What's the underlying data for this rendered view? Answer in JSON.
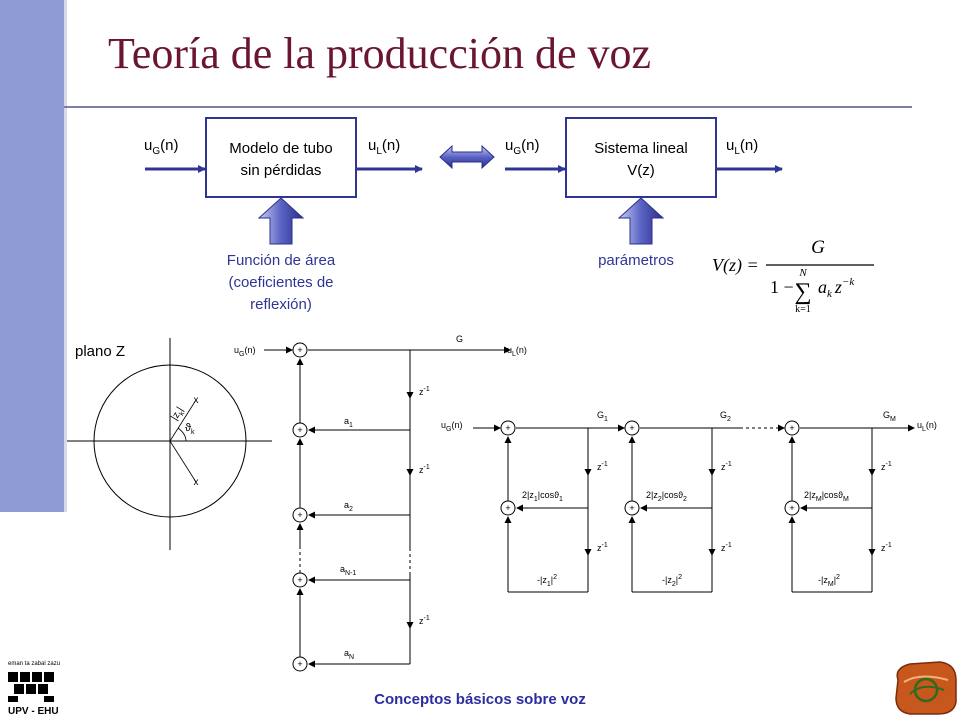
{
  "title": "Teoría de la producción de voz",
  "footer": "Conceptos básicos sobre voz",
  "top": {
    "left_in": "u",
    "left_in_sub": "G",
    "left_in_arg": "(n)",
    "left_box_line1": "Modelo de tubo",
    "left_box_line2": "sin pérdidas",
    "left_out": "u",
    "left_out_sub": "L",
    "left_out_arg": "(n)",
    "right_in": "u",
    "right_in_sub": "G",
    "right_in_arg": "(n)",
    "right_box_line1": "Sistema lineal",
    "right_box_line2": "V(z)",
    "right_out": "u",
    "right_out_sub": "L",
    "right_out_arg": "(n)",
    "area_line1": "Función de área",
    "area_line2": "(coeficientes de",
    "area_line3": "reflexión)",
    "params_label": "parámetros",
    "formula_lhs": "V(z) =",
    "formula_num": "G",
    "formula_one": "1 −",
    "formula_sum_top": "N",
    "formula_sum_bottom": "k=1",
    "formula_term": "a",
    "formula_term_sub": "k",
    "formula_z": "z",
    "formula_z_exp": "−k"
  },
  "zplane": {
    "label": "plano Z",
    "radius_label": "|z",
    "radius_sub": "k",
    "radius_tail": "|",
    "angle_label": "ϑ",
    "angle_sub": "k",
    "pole_marker": "x"
  },
  "direct": {
    "input": "u",
    "input_sub": "G",
    "input_arg": "(n)",
    "gain": "G",
    "output": "u",
    "output_sub": "L",
    "output_arg": "(n)",
    "delay": "z",
    "delay_exp": "-1",
    "sum": "+",
    "coef_a1": "a",
    "coef_a1_sub": "1",
    "coef_a2": "a",
    "coef_a2_sub": "2",
    "coef_an1": "a",
    "coef_an1_sub": "N-1",
    "coef_an": "a",
    "coef_an_sub": "N"
  },
  "cascade": {
    "input": "u",
    "input_sub": "G",
    "input_arg": "(n)",
    "output": "u",
    "output_sub": "L",
    "output_arg": "(n)",
    "g1": "G",
    "g1_sub": "1",
    "g2": "G",
    "g2_sub": "2",
    "gm": "G",
    "gm_sub": "M",
    "c1a": "2|z",
    "c1a_sub": "1",
    "c1a_tail": "|cos",
    "c1a_theta": "ϑ",
    "c1a_theta_sub": "1",
    "c2a": "2|z",
    "c2a_sub": "2",
    "c2a_tail": "|cos",
    "c2a_theta": "ϑ",
    "c2a_theta_sub": "2",
    "cma": "2|z",
    "cma_sub": "M",
    "cma_tail": "|cos",
    "cma_theta": "ϑ",
    "cma_theta_sub": "M",
    "c1b": "-|z",
    "c1b_sub": "1",
    "c1b_tail": "|",
    "c1b_exp": "2",
    "c2b": "-|z",
    "c2b_sub": "2",
    "c2b_tail": "|",
    "c2b_exp": "2",
    "cmb": "-|z",
    "cmb_sub": "M",
    "cmb_tail": "|",
    "cmb_exp": "2"
  },
  "logo": {
    "motto": "eman ta zabal zazu",
    "name": "UPV - EHU"
  },
  "colors": {
    "title": "#6b1630",
    "signal": "#2f3593",
    "footer": "#2b2ea0",
    "sidebar": "#8e9bd4"
  }
}
